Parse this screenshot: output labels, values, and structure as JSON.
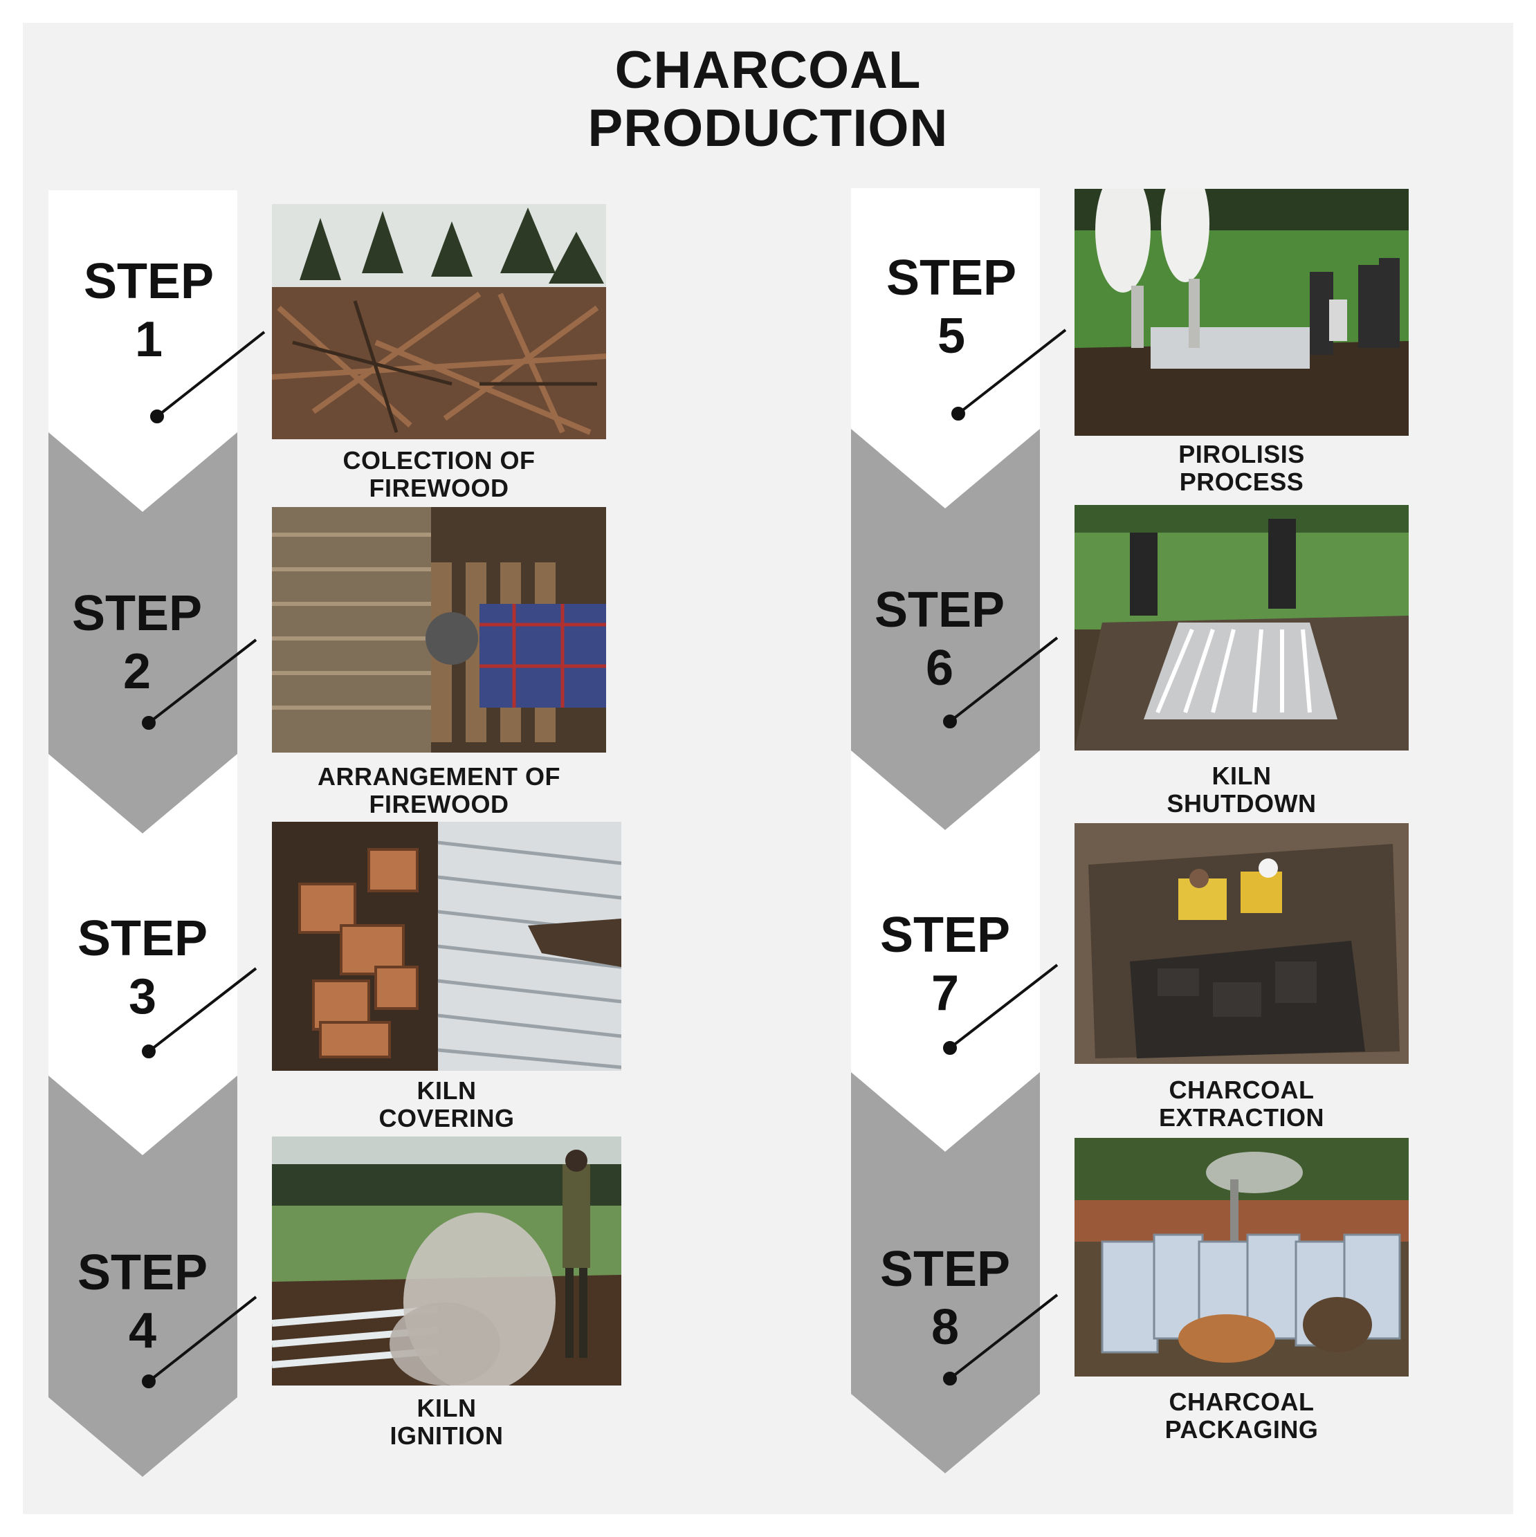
{
  "title_line1": "CHARCOAL",
  "title_line2": "PRODUCTION",
  "colors": {
    "panel": "#f2f2f2",
    "arrow_white": "#ffffff",
    "arrow_gray": "#a3a3a3",
    "text": "#141414"
  },
  "steps": [
    {
      "word": "STEP",
      "number": "1",
      "caption_line1": "COLECTION OF",
      "caption_line2": "FIREWOOD",
      "photo": "firewood-pile-photo"
    },
    {
      "word": "STEP",
      "number": "2",
      "caption_line1": "ARRANGEMENT OF",
      "caption_line2": "FIREWOOD",
      "photo": "firewood-arrangement-photo"
    },
    {
      "word": "STEP",
      "number": "3",
      "caption_line1": "KILN",
      "caption_line2": "COVERING",
      "photo": "kiln-covering-photo"
    },
    {
      "word": "STEP",
      "number": "4",
      "caption_line1": "KILN",
      "caption_line2": "IGNITION",
      "photo": "kiln-ignition-photo"
    },
    {
      "word": "STEP",
      "number": "5",
      "caption_line1": "PIROLISIS",
      "caption_line2": "PROCESS",
      "photo": "pyrolysis-smoke-photo"
    },
    {
      "word": "STEP",
      "number": "6",
      "caption_line1": "KILN",
      "caption_line2": "SHUTDOWN",
      "photo": "kiln-shutdown-photo"
    },
    {
      "word": "STEP",
      "number": "7",
      "caption_line1": "CHARCOAL",
      "caption_line2": "EXTRACTION",
      "photo": "charcoal-extraction-photo"
    },
    {
      "word": "STEP",
      "number": "8",
      "caption_line1": "CHARCOAL",
      "caption_line2": "PACKAGING",
      "photo": "charcoal-packaging-photo"
    }
  ]
}
